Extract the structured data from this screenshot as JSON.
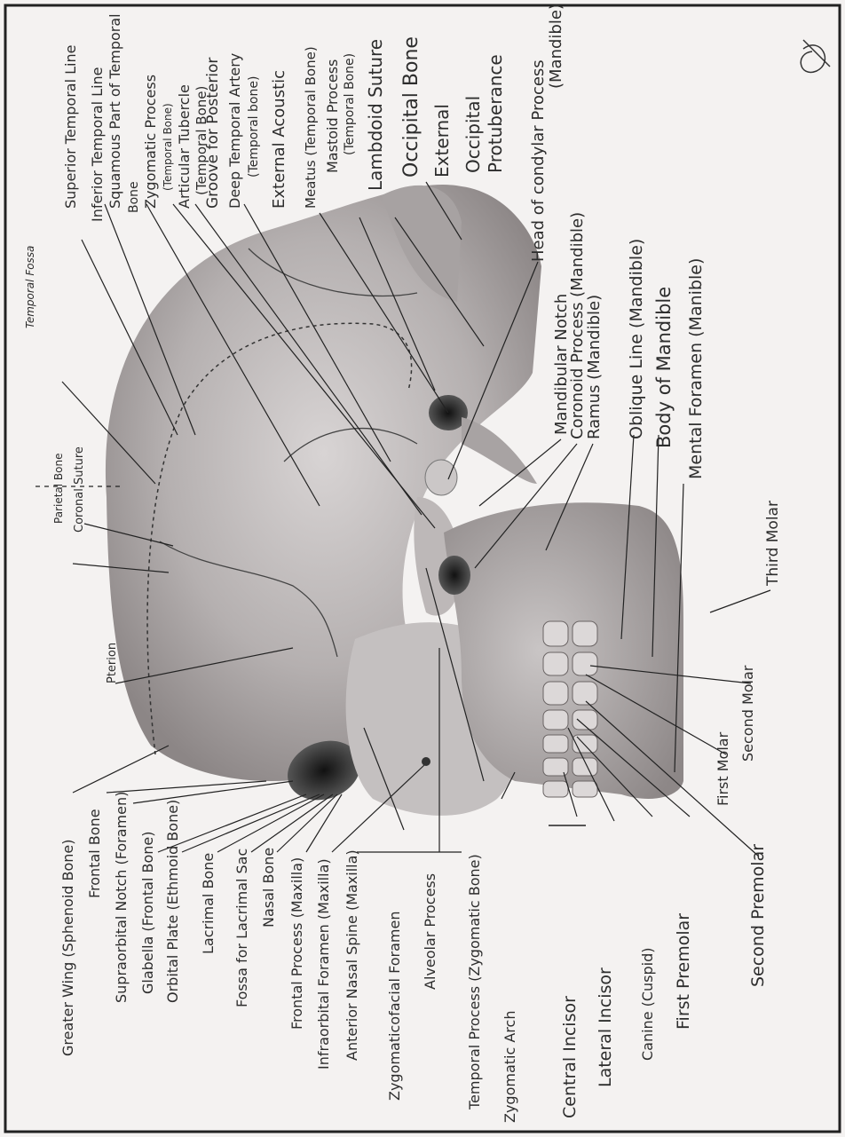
{
  "labels": {
    "greater_wing": "Greater Wing (Sphenoid Bone)",
    "frontal_bone": "Frontal Bone",
    "supraorbital_notch": "Supraorbital Notch (Foramen)",
    "glabella": "Glabella (Frontal Bone)",
    "orbital_plate": "Orbital Plate (Ethmoid Bone)",
    "lacrimal_bone": "Lacrimal Bone",
    "fossa_lacrimal": "Fossa for Lacrimal Sac",
    "nasal_bone": "Nasal Bone",
    "frontal_process": "Frontal Process (Maxilla)",
    "infraorbital_foramen": "Infraorbital Foramen (Maxilla)",
    "anterior_nasal_spine": "Anterior Nasal Spine (Maxilla)",
    "zygomaticofacial_foramen": "Zygomaticofacial Foramen",
    "alveolar_process": "Alveolar Process",
    "temporal_process": "Temporal Process (Zygomatic Bone)",
    "zygomatic_arch": "Zygomatic Arch",
    "central_incisor": "Central Incisor",
    "lateral_incisor": "Lateral Incisor",
    "canine": "Canine (Cuspid)",
    "first_premolar": "First Premolar",
    "second_premolar": "Second Premolar",
    "first_molar": "First Molar",
    "second_molar": "Second Molar",
    "third_molar": "Third Molar",
    "mental_foramen": "Mental Foramen (Manible)",
    "body_of_mandible": "Body of Mandible",
    "oblique_line": "Oblique Line (Mandible)",
    "ramus": "Ramus (Mandible)",
    "coronoid_process": "Coronoid Process (Mandible)",
    "mandibular_notch": "Mandibular Notch",
    "head_condylar": "Head of condylar Process",
    "head_condylar_2": "(Mandible)",
    "external_occipital": "External",
    "external_occipital_2": "Occipital",
    "external_occipital_3": "Protuberance",
    "occipital_bone": "Occipital Bone",
    "lambdoid_suture": "Lambdoid Suture",
    "mastoid_process": "Mastoid Process",
    "mastoid_process_2": "(Temporal Bone)",
    "external_acoustic": "External Acoustic",
    "external_acoustic_2": "Meatus (Temporal Bone)",
    "deep_temporal_artery": "Deep Temporal Artery",
    "deep_temporal_artery_2": "(Temporal bone)",
    "groove_posterior": "Groove for Posterior",
    "articular_tubercle": "Articular Tubercle",
    "articular_tubercle_2": "(Temporal Bone)",
    "zygomatic_process": "Zygomatic Process",
    "zygomatic_process_2": "(Temporal Bone)",
    "squamous_part": "Squamous Part of Temporal",
    "squamous_part_2": "Bone",
    "inferior_temporal_line": "Inferior Temporal Line",
    "superior_temporal_line": "Superior Temporal Line",
    "temporal_fossa": "Temporal Fossa",
    "parietal_bone": "Parietal Bone",
    "coronal_suture": "Coronal Suture",
    "pterion": "Pterion"
  }
}
